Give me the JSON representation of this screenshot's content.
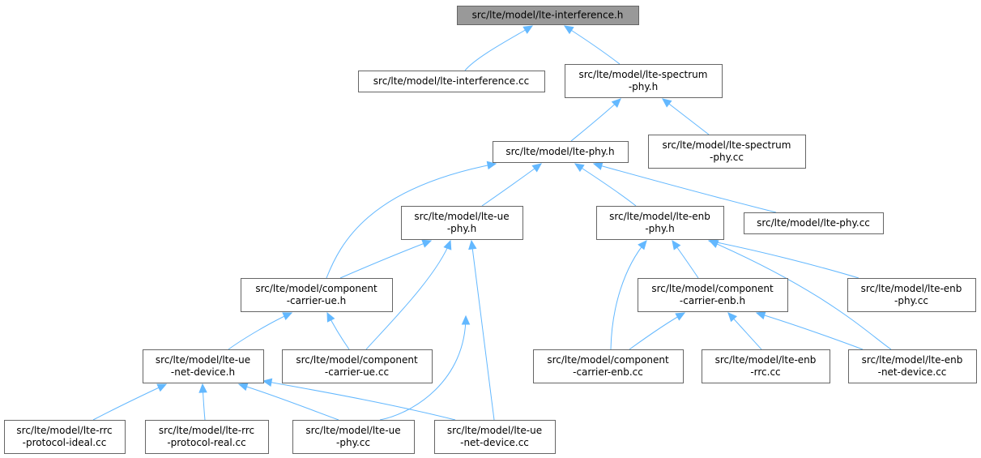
{
  "graph": {
    "nodes": [
      {
        "id": "lte-interference-h",
        "lines": [
          "src/lte/model/lte-interference.h"
        ],
        "root": true
      },
      {
        "id": "lte-interference-cc",
        "lines": [
          "src/lte/model/lte-interference.cc"
        ]
      },
      {
        "id": "lte-spectrum-phy-h",
        "lines": [
          "src/lte/model/lte-spectrum",
          "-phy.h"
        ]
      },
      {
        "id": "lte-phy-h",
        "lines": [
          "src/lte/model/lte-phy.h"
        ]
      },
      {
        "id": "lte-spectrum-phy-cc",
        "lines": [
          "src/lte/model/lte-spectrum",
          "-phy.cc"
        ]
      },
      {
        "id": "lte-ue-phy-h",
        "lines": [
          "src/lte/model/lte-ue",
          "-phy.h"
        ]
      },
      {
        "id": "lte-enb-phy-h",
        "lines": [
          "src/lte/model/lte-enb",
          "-phy.h"
        ]
      },
      {
        "id": "lte-phy-cc",
        "lines": [
          "src/lte/model/lte-phy.cc"
        ]
      },
      {
        "id": "component-carrier-ue-h",
        "lines": [
          "src/lte/model/component",
          "-carrier-ue.h"
        ]
      },
      {
        "id": "component-carrier-enb-h",
        "lines": [
          "src/lte/model/component",
          "-carrier-enb.h"
        ]
      },
      {
        "id": "lte-enb-phy-cc",
        "lines": [
          "src/lte/model/lte-enb",
          "-phy.cc"
        ]
      },
      {
        "id": "lte-ue-net-device-h",
        "lines": [
          "src/lte/model/lte-ue",
          "-net-device.h"
        ]
      },
      {
        "id": "component-carrier-ue-cc",
        "lines": [
          "src/lte/model/component",
          "-carrier-ue.cc"
        ]
      },
      {
        "id": "component-carrier-enb-cc",
        "lines": [
          "src/lte/model/component",
          "-carrier-enb.cc"
        ]
      },
      {
        "id": "lte-enb-rrc-cc",
        "lines": [
          "src/lte/model/lte-enb",
          "-rrc.cc"
        ]
      },
      {
        "id": "lte-enb-net-device-cc",
        "lines": [
          "src/lte/model/lte-enb",
          "-net-device.cc"
        ]
      },
      {
        "id": "lte-rrc-protocol-ideal-cc",
        "lines": [
          "src/lte/model/lte-rrc",
          "-protocol-ideal.cc"
        ]
      },
      {
        "id": "lte-rrc-protocol-real-cc",
        "lines": [
          "src/lte/model/lte-rrc",
          "-protocol-real.cc"
        ]
      },
      {
        "id": "lte-ue-phy-cc",
        "lines": [
          "src/lte/model/lte-ue",
          "-phy.cc"
        ]
      },
      {
        "id": "lte-ue-net-device-cc",
        "lines": [
          "src/lte/model/lte-ue",
          "-net-device.cc"
        ]
      }
    ],
    "edges": [
      {
        "from": "lte-interference-h",
        "to": "lte-interference-cc"
      },
      {
        "from": "lte-interference-h",
        "to": "lte-spectrum-phy-h"
      },
      {
        "from": "lte-spectrum-phy-h",
        "to": "lte-phy-h"
      },
      {
        "from": "lte-spectrum-phy-h",
        "to": "lte-spectrum-phy-cc"
      },
      {
        "from": "lte-phy-h",
        "to": "component-carrier-ue-h"
      },
      {
        "from": "lte-phy-h",
        "to": "lte-ue-phy-h"
      },
      {
        "from": "lte-phy-h",
        "to": "lte-enb-phy-h"
      },
      {
        "from": "lte-phy-h",
        "to": "lte-phy-cc"
      },
      {
        "from": "lte-ue-phy-h",
        "to": "component-carrier-ue-h"
      },
      {
        "from": "lte-ue-phy-h",
        "to": "component-carrier-ue-cc"
      },
      {
        "from": "lte-ue-phy-h",
        "to": "lte-ue-phy-cc"
      },
      {
        "from": "lte-ue-phy-h",
        "to": "lte-ue-net-device-cc"
      },
      {
        "from": "lte-enb-phy-h",
        "to": "component-carrier-enb-cc"
      },
      {
        "from": "lte-enb-phy-h",
        "to": "component-carrier-enb-h"
      },
      {
        "from": "lte-enb-phy-h",
        "to": "lte-enb-phy-cc"
      },
      {
        "from": "lte-enb-phy-h",
        "to": "lte-enb-net-device-cc"
      },
      {
        "from": "component-carrier-ue-h",
        "to": "lte-ue-net-device-h"
      },
      {
        "from": "component-carrier-ue-h",
        "to": "component-carrier-ue-cc"
      },
      {
        "from": "component-carrier-enb-h",
        "to": "component-carrier-enb-cc"
      },
      {
        "from": "component-carrier-enb-h",
        "to": "lte-enb-rrc-cc"
      },
      {
        "from": "component-carrier-enb-h",
        "to": "lte-enb-net-device-cc"
      },
      {
        "from": "lte-ue-net-device-h",
        "to": "lte-rrc-protocol-ideal-cc"
      },
      {
        "from": "lte-ue-net-device-h",
        "to": "lte-rrc-protocol-real-cc"
      },
      {
        "from": "lte-ue-net-device-h",
        "to": "lte-ue-phy-cc"
      },
      {
        "from": "lte-ue-net-device-h",
        "to": "lte-ue-net-device-cc"
      }
    ],
    "colors": {
      "root_fill": "#999999",
      "node_fill": "#ffffff",
      "node_border": "#666666",
      "edge": "#63b8ff",
      "text": "#000000"
    }
  }
}
